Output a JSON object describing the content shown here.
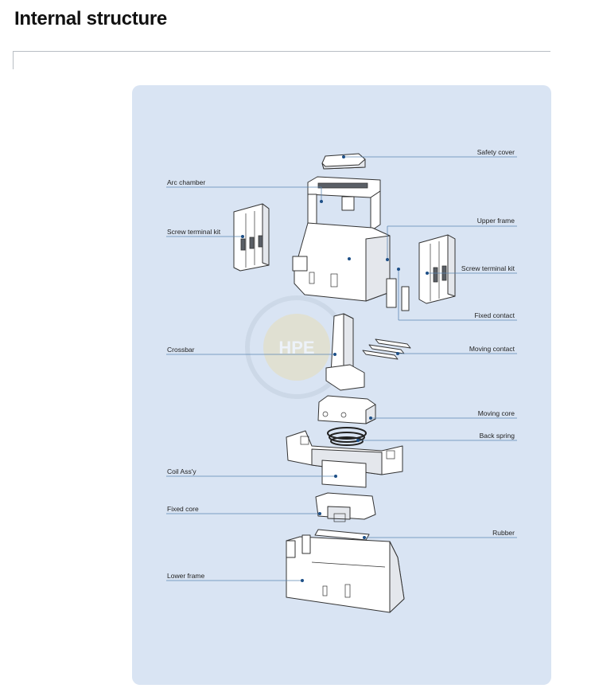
{
  "page": {
    "title": "Internal structure"
  },
  "watermark": {
    "text": "HPE"
  },
  "callouts": [
    {
      "id": "safety-cover",
      "label": "Safety cover"
    },
    {
      "id": "arc-chamber",
      "label": "Arc chamber"
    },
    {
      "id": "upper-frame",
      "label": "Upper frame"
    },
    {
      "id": "screw-terminal-kit-left",
      "label": "Screw terminal kit"
    },
    {
      "id": "screw-terminal-kit-right",
      "label": "Screw terminal kit"
    },
    {
      "id": "fixed-contact",
      "label": "Fixed contact"
    },
    {
      "id": "crossbar",
      "label": "Crossbar"
    },
    {
      "id": "moving-contact",
      "label": "Moving contact"
    },
    {
      "id": "moving-core",
      "label": "Moving core"
    },
    {
      "id": "back-spring",
      "label": "Back spring"
    },
    {
      "id": "coil-assy",
      "label": "Coil Ass'y"
    },
    {
      "id": "fixed-core",
      "label": "Fixed core"
    },
    {
      "id": "rubber",
      "label": "Rubber"
    },
    {
      "id": "lower-frame",
      "label": "Lower frame"
    }
  ],
  "colors": {
    "panel": "#d9e4f3",
    "leader": "#5d87b3",
    "dot": "#1d4f87"
  }
}
